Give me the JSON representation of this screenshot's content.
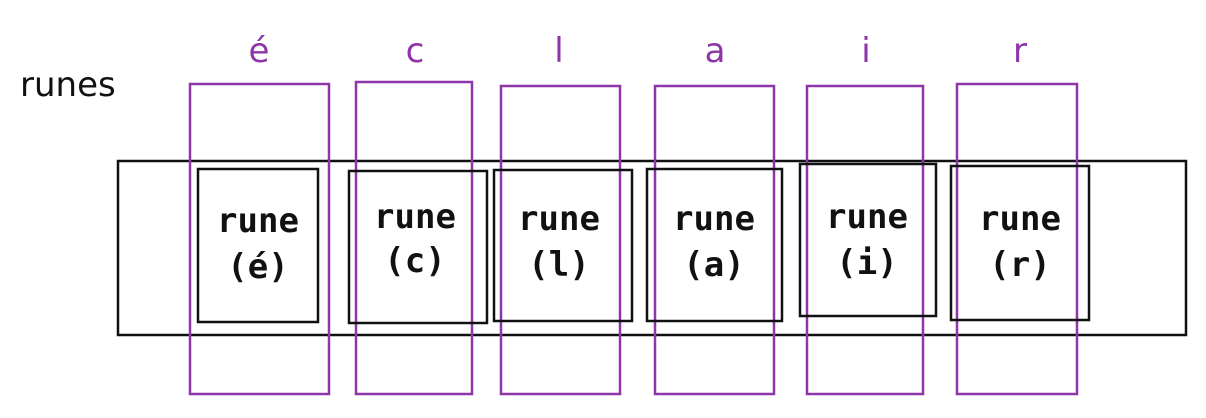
{
  "title_label": "runes",
  "colors": {
    "ink": "#111111",
    "accent": "#8e35a8"
  },
  "columns": [
    {
      "char": "é",
      "box_label_top": "rune",
      "box_label_bottom": "(é)"
    },
    {
      "char": "c",
      "box_label_top": "rune",
      "box_label_bottom": "(c)"
    },
    {
      "char": "l",
      "box_label_top": "rune",
      "box_label_bottom": "(l)"
    },
    {
      "char": "a",
      "box_label_top": "rune",
      "box_label_bottom": "(a)"
    },
    {
      "char": "i",
      "box_label_top": "rune",
      "box_label_bottom": "(i)"
    },
    {
      "char": "r",
      "box_label_top": "rune",
      "box_label_bottom": "(r)"
    }
  ]
}
